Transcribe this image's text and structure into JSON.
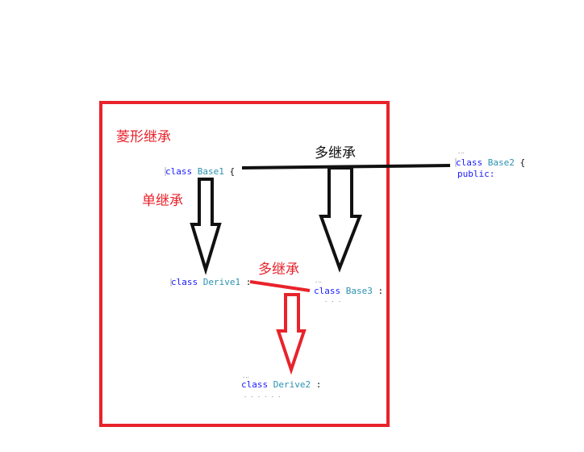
{
  "title": "菱形继承",
  "labels": {
    "single": "单继承",
    "multi_top": "多继承",
    "multi_mid": "多继承"
  },
  "classes": {
    "base1": {
      "keyword": "class",
      "name": "Base1",
      "suffix": "{"
    },
    "base2": {
      "keyword": "class",
      "name": "Base2",
      "suffix": "{",
      "line2": "public:"
    },
    "base3": {
      "keyword": "class",
      "name": "Base3",
      "suffix": ":"
    },
    "derive1": {
      "keyword": "class",
      "name": "Derive1",
      "suffix": ":"
    },
    "derive2": {
      "keyword": "class",
      "name": "Derive2",
      "suffix": ":"
    }
  },
  "colors": {
    "red": "#e8232b",
    "black": "#111111",
    "keyword_blue": "#1a1aff",
    "class_teal": "#2b91af"
  }
}
